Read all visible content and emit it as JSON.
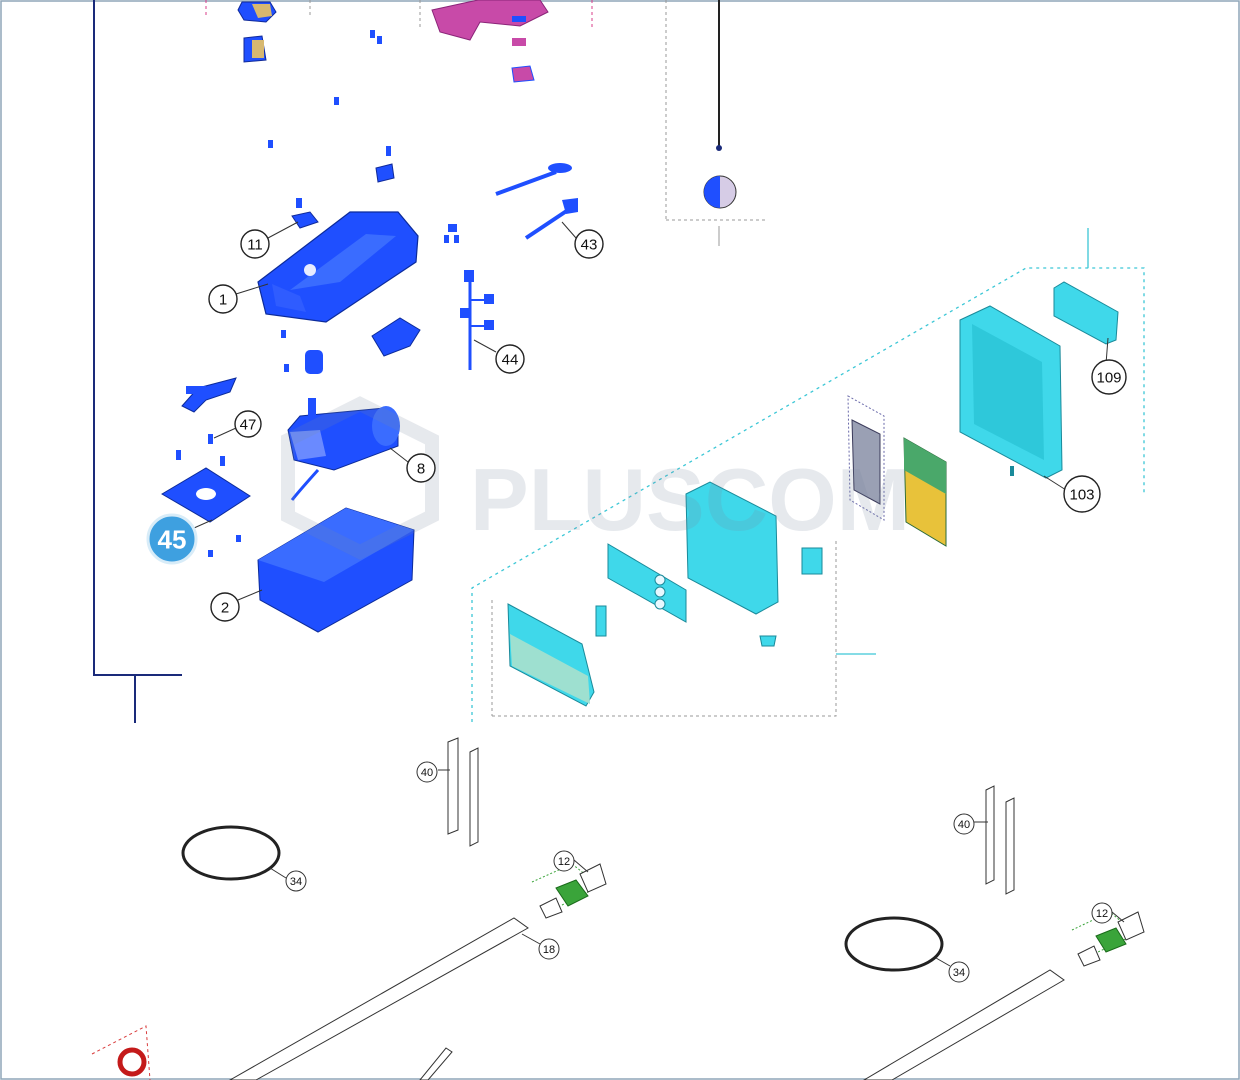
{
  "watermark": "PLUSCOM",
  "selected_callout": "45",
  "colors": {
    "motor_blue": "#1f4fff",
    "control_cyan": "#39d6e6",
    "frame_navy": "#1a2a7a",
    "dashed_cyan": "#3cc7d6",
    "dashed_magenta": "#d93c8a",
    "highlight_badge": "#3ea0e0",
    "bracket_green": "#3aa43a",
    "board_yellow": "#e8c23a"
  },
  "callouts": [
    {
      "id": "11",
      "label": "11"
    },
    {
      "id": "1",
      "label": "1"
    },
    {
      "id": "43",
      "label": "43"
    },
    {
      "id": "44",
      "label": "44"
    },
    {
      "id": "47",
      "label": "47"
    },
    {
      "id": "8",
      "label": "8"
    },
    {
      "id": "45",
      "label": "45"
    },
    {
      "id": "2",
      "label": "2"
    },
    {
      "id": "109",
      "label": "109"
    },
    {
      "id": "103",
      "label": "103"
    },
    {
      "id": "40a",
      "label": "40"
    },
    {
      "id": "34a",
      "label": "34"
    },
    {
      "id": "12a",
      "label": "12"
    },
    {
      "id": "18",
      "label": "18"
    },
    {
      "id": "40b",
      "label": "40"
    },
    {
      "id": "12b",
      "label": "12"
    },
    {
      "id": "34b",
      "label": "34"
    }
  ]
}
